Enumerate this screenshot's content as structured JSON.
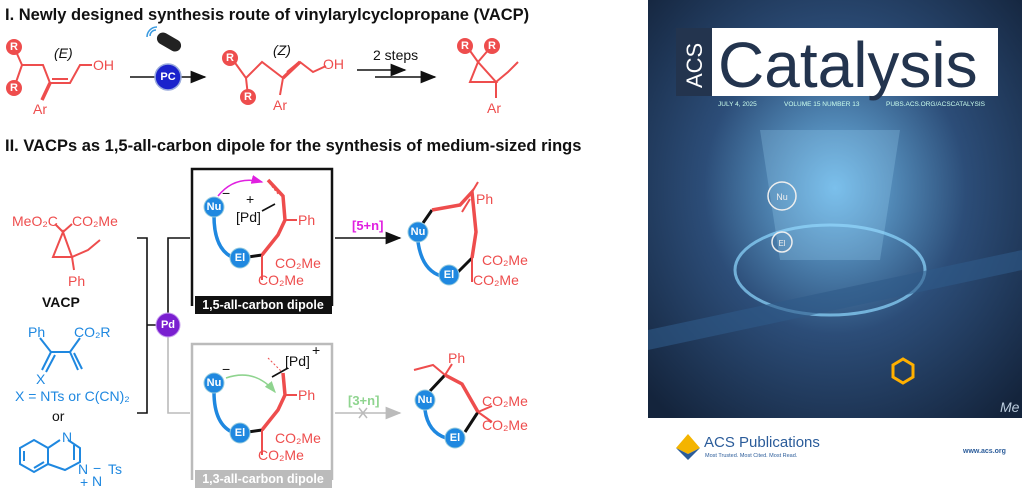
{
  "section1": {
    "title": "I. Newly designed synthesis route of vinylarylcyclopropane (VACP)",
    "r_label": "R",
    "e_label": "(E)",
    "z_label": "(Z)",
    "oh": "OH",
    "ar": "Ar",
    "pc": "PC",
    "steps": "2 steps"
  },
  "section2": {
    "title": "II. VACPs as 1,5-all-carbon dipole for the synthesis of medium-sized rings",
    "vacp": {
      "ester_left": "MeO₂C",
      "ester_right": "CO₂Me",
      "ph": "Ph",
      "label": "VACP"
    },
    "partner": {
      "ph": "Ph",
      "ester": "CO₂R",
      "x": "X",
      "x_def": "X = NTs or C(CN)₂",
      "or": "or",
      "n": "N",
      "n_plus": "N",
      "plus": "+",
      "n_minus": "N",
      "minus": "−",
      "ts": "Ts"
    },
    "pd": "Pd",
    "nu": "Nu",
    "el": "El",
    "pd_complex": "[Pd]",
    "plus": "+",
    "minus": "−",
    "ph": "Ph",
    "co2me": "CO₂Me",
    "dipole_15": "1,5-all-carbon dipole",
    "dipole_13": "1,3-all-carbon dipole",
    "path_5n": "[5+n]",
    "path_3n": "[3+n]"
  },
  "cover": {
    "journal_prefix": "ACS",
    "journal": "Catalysis",
    "date": "JULY 4, 2025",
    "volume": "VOLUME 15  NUMBER 13",
    "url": "PUBS.ACS.ORG/ACSCATALYSIS",
    "publisher": "ACS Publications",
    "tagline": "Most Trusted. Most Cited. Most Read.",
    "site": "www.acs.org",
    "corner_text": "Me"
  },
  "colors": {
    "red": "#ee4d4d",
    "blue": "#1f88e0",
    "magenta": "#e020e0",
    "green": "#8fd48f",
    "purple": "#7a1fd0",
    "pc_blue": "#1a22cc"
  }
}
